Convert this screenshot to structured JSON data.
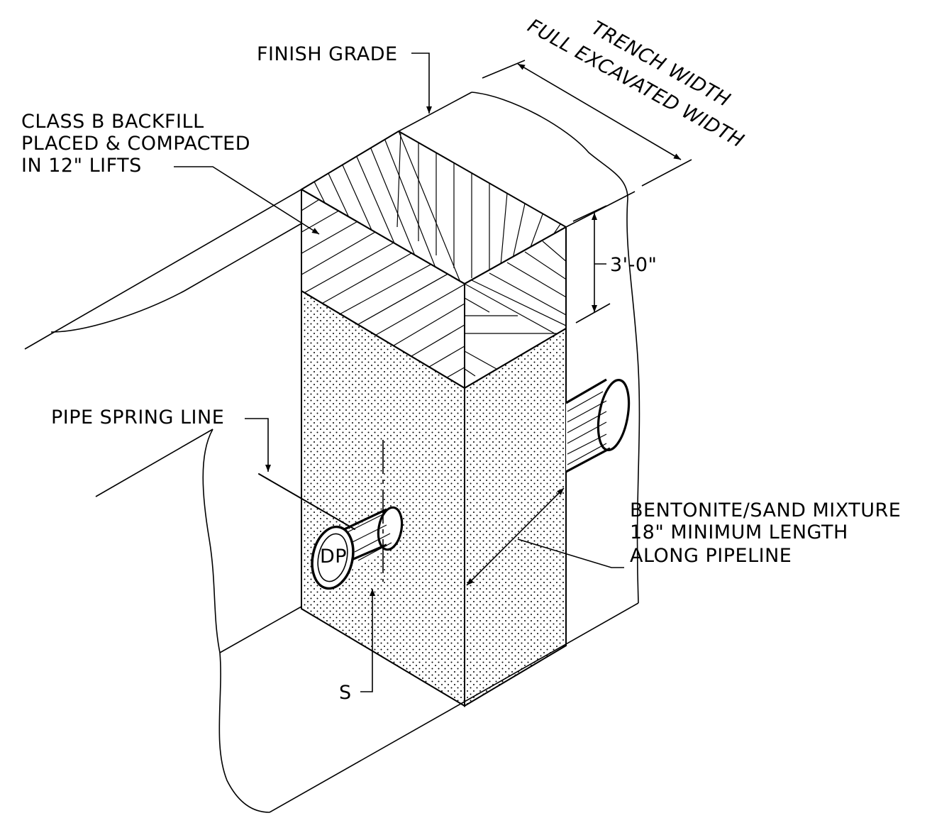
{
  "labels": {
    "finish_grade": "FINISH GRADE",
    "backfill_line1": "CLASS B BACKFILL",
    "backfill_line2": "PLACED & COMPACTED",
    "backfill_line3": "IN 12\" LIFTS",
    "trench_width": "TRENCH WIDTH",
    "full_excavated_width": "FULL EXCAVATED WIDTH",
    "cover_depth": "3'-0\"",
    "pipe_spring_line": "PIPE SPRING LINE",
    "bentonite_line1": "BENTONITE/SAND MIXTURE",
    "bentonite_line2": "18\" MINIMUM LENGTH",
    "bentonite_line3": "ALONG PIPELINE",
    "pipe_tag": "DP",
    "spacing": "S"
  },
  "icons": [
    "arrow-icon",
    "pipe-icon"
  ],
  "colors": {
    "line": "#000000",
    "background": "#ffffff"
  }
}
